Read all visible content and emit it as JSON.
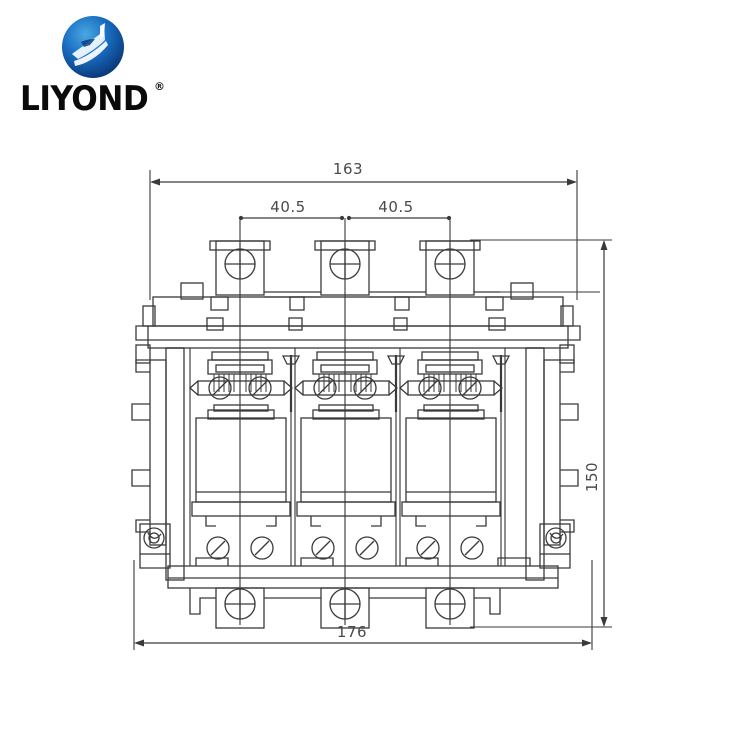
{
  "brand": {
    "name": "LIYOND",
    "registered_mark": "®",
    "logo_icon": "globe-swoosh-icon",
    "colors": {
      "logo_blue_dark": "#0b4fa0",
      "logo_blue_mid": "#1a6fc4",
      "logo_blue_light": "#4aa8e0",
      "logo_text": "#0a0a0a",
      "line": "#3a3a3a",
      "dim_text": "#4a4a4a"
    }
  },
  "drawing": {
    "title": "three-pole-contactor-outline-drawing",
    "view": "front-elevation",
    "units": "mm",
    "dimensions": {
      "overall_width_top": "163",
      "overall_width_bottom": "176",
      "overall_height": "150",
      "pole_pitch_left": "40.5",
      "pole_pitch_right": "40.5"
    },
    "labels": [
      {
        "text": "163",
        "name": "dimension-163",
        "orientation": "horizontal"
      },
      {
        "text": "40.5",
        "name": "dimension-40-5-left",
        "orientation": "horizontal"
      },
      {
        "text": "40.5",
        "name": "dimension-40-5-right",
        "orientation": "horizontal"
      },
      {
        "text": "150",
        "name": "dimension-150",
        "orientation": "vertical"
      },
      {
        "text": "176",
        "name": "dimension-176",
        "orientation": "horizontal"
      }
    ],
    "poles": 3,
    "components": [
      "top-terminal-screw",
      "arc-chamber",
      "contact-bridge",
      "coil-body",
      "bottom-terminal-screw",
      "mounting-bracket-left",
      "mounting-bracket-right"
    ]
  }
}
